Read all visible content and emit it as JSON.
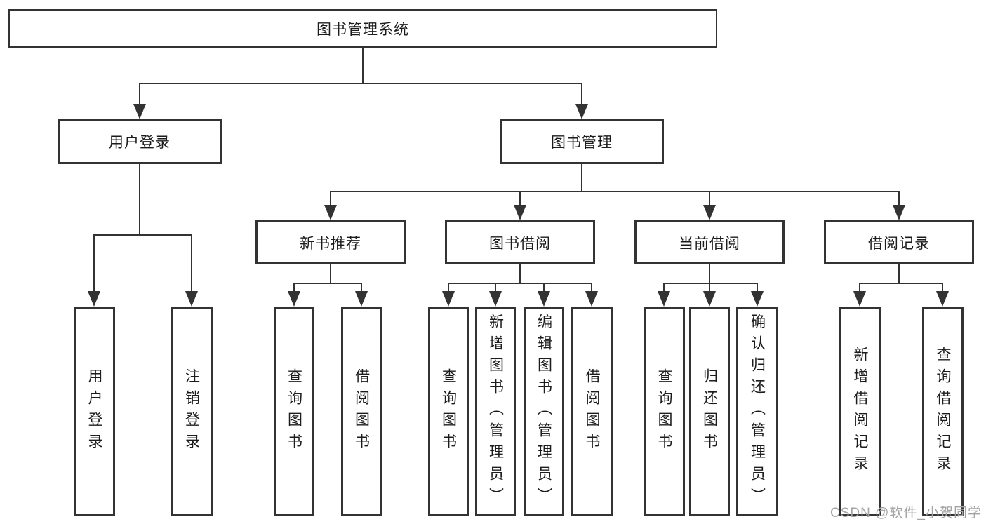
{
  "diagram": {
    "type": "tree",
    "title": "图书管理系统",
    "hierarchy": {
      "图书管理系统": {
        "用户登录": [
          "用户登录",
          "注销登录"
        ],
        "图书管理": {
          "新书推荐": [
            "查询图书",
            "借阅图书"
          ],
          "图书借阅": [
            "查询图书",
            "新增图书（管理员）",
            "编辑图书（管理员）",
            "借阅图书"
          ],
          "当前借阅": [
            "查询图书",
            "归还图书",
            "确认归还（管理员）"
          ],
          "借阅记录": [
            "新增借阅记录",
            "查询借阅记录"
          ]
        }
      }
    }
  },
  "nodes": {
    "root": {
      "label": "图书管理系统"
    },
    "login": {
      "label": "用户登录"
    },
    "manage": {
      "label": "图书管理"
    },
    "rec": {
      "label": "新书推荐"
    },
    "borrow": {
      "label": "图书借阅"
    },
    "current": {
      "label": "当前借阅"
    },
    "record": {
      "label": "借阅记录"
    },
    "login_user": {
      "label": "用户登录"
    },
    "login_logout": {
      "label": "注销登录"
    },
    "rec_query": {
      "label": "查询图书"
    },
    "rec_lend": {
      "label": "借阅图书"
    },
    "borrow_query": {
      "label": "查询图书"
    },
    "borrow_add": {
      "label": "新增图书（管理员）"
    },
    "borrow_edit": {
      "label": "编辑图书（管理员）"
    },
    "borrow_lend": {
      "label": "借阅图书"
    },
    "cur_query": {
      "label": "查询图书"
    },
    "cur_return": {
      "label": "归还图书"
    },
    "cur_confirm": {
      "label": "确认归还（管理员）"
    },
    "record_add": {
      "label": "新增借阅记录"
    },
    "record_query": {
      "label": "查询借阅记录"
    }
  },
  "watermark": {
    "text": "CSDN @软件_小贺同学"
  },
  "colors": {
    "line": "#333333",
    "box_border": "#333333",
    "text": "#1c1c1c",
    "watermark": "#a3a3a3",
    "background": "#ffffff"
  }
}
